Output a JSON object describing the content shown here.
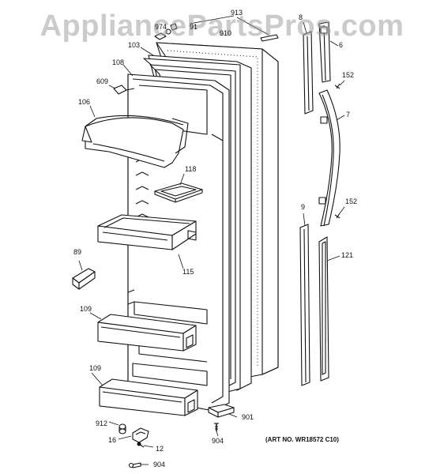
{
  "watermark": "AppliancePartsPros.com",
  "art_number": "(ART NO. WR18572 C10)",
  "callouts": {
    "c913": "913",
    "c974": "974",
    "c91": "91",
    "c910": "910",
    "c103": "103",
    "c108": "108",
    "c609": "609",
    "c106": "106",
    "c118": "118",
    "c89": "89",
    "c115": "115",
    "c109a": "109",
    "c109b": "109",
    "c912": "912",
    "c16": "16",
    "c12": "12",
    "c904a": "904",
    "c904b": "904",
    "c901": "901",
    "c8": "8",
    "c6": "6",
    "c152a": "152",
    "c7": "7",
    "c152b": "152",
    "c9": "9",
    "c121": "121"
  }
}
